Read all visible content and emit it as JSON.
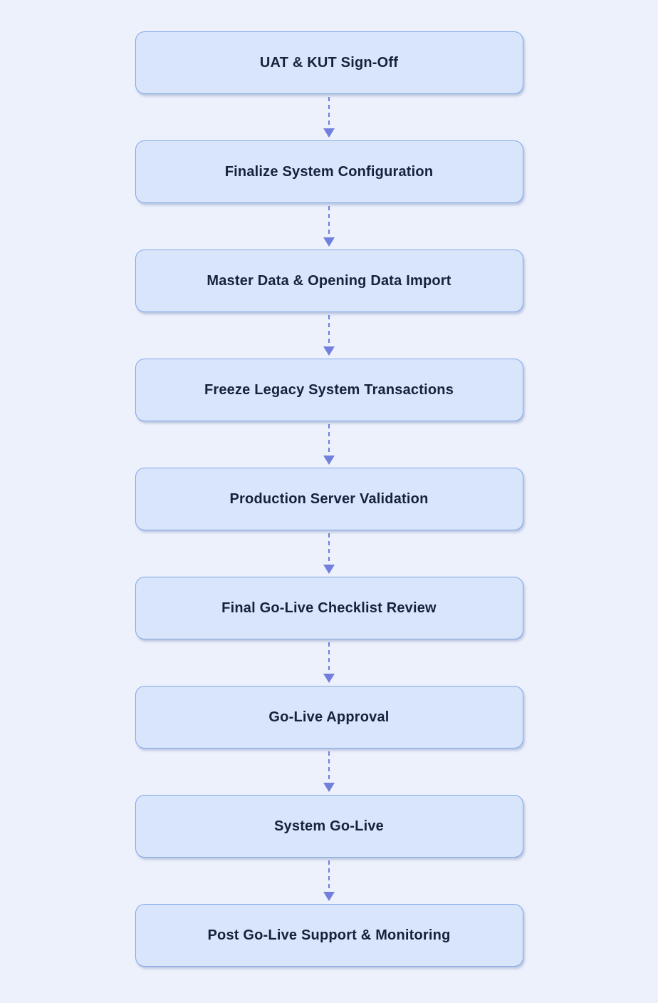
{
  "diagram": {
    "type": "flowchart",
    "direction": "top-down",
    "steps": [
      {
        "label": "UAT & KUT Sign-Off"
      },
      {
        "label": "Finalize System Configuration"
      },
      {
        "label": "Master Data & Opening Data Import"
      },
      {
        "label": "Freeze Legacy System Transactions"
      },
      {
        "label": "Production Server Validation"
      },
      {
        "label": "Final Go-Live Checklist Review"
      },
      {
        "label": "Go-Live Approval"
      },
      {
        "label": "System Go-Live"
      },
      {
        "label": "Post Go-Live Support & Monitoring"
      }
    ],
    "connector": {
      "line_style": "dashed",
      "arrow_direction": "down"
    }
  },
  "colors": {
    "page_background": "#edf1fc",
    "node_fill": "#d9e5fb",
    "node_border": "#82a8ea",
    "node_text": "#17213c",
    "connector": "#6f7edd"
  }
}
